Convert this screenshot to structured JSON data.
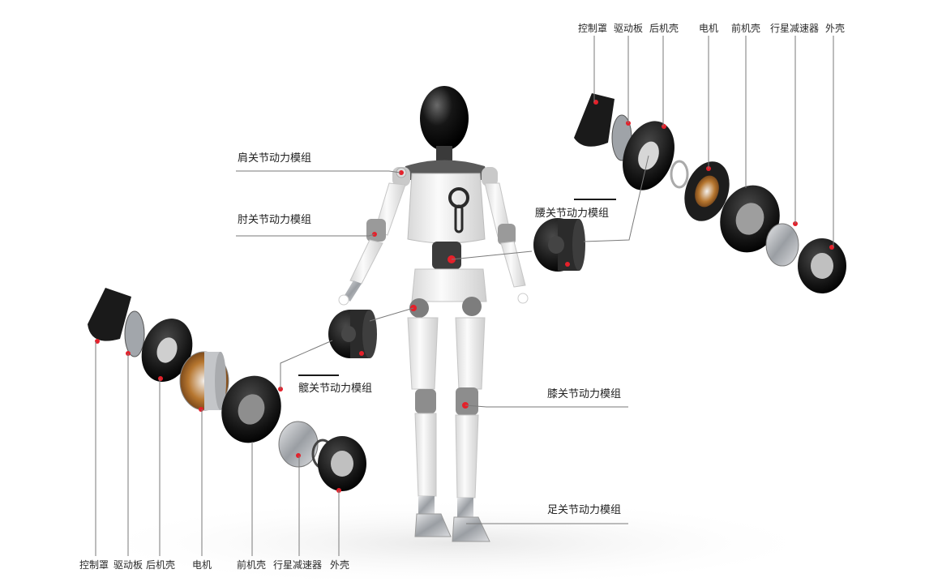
{
  "joints": {
    "shoulder": "肩关节动力模组",
    "elbow": "肘关节动力模组",
    "waist": "腰关节动力模组",
    "hip": "髋关节动力模组",
    "knee": "膝关节动力模组",
    "ankle": "足关节动力模组"
  },
  "parts_top": [
    "控制罩",
    "驱动板",
    "后机壳",
    "电机",
    "前机壳",
    "行星减速器",
    "外壳"
  ],
  "parts_bottom": [
    "控制罩",
    "驱动板",
    "后机壳",
    "电机",
    "前机壳",
    "行星减速器",
    "外壳"
  ],
  "colors": {
    "accent": "#e5202a",
    "line": "#7a7a7a",
    "dark": "#1a1a1a",
    "white_shell": "#f2f2f2",
    "metal": "#b9bcc0"
  }
}
